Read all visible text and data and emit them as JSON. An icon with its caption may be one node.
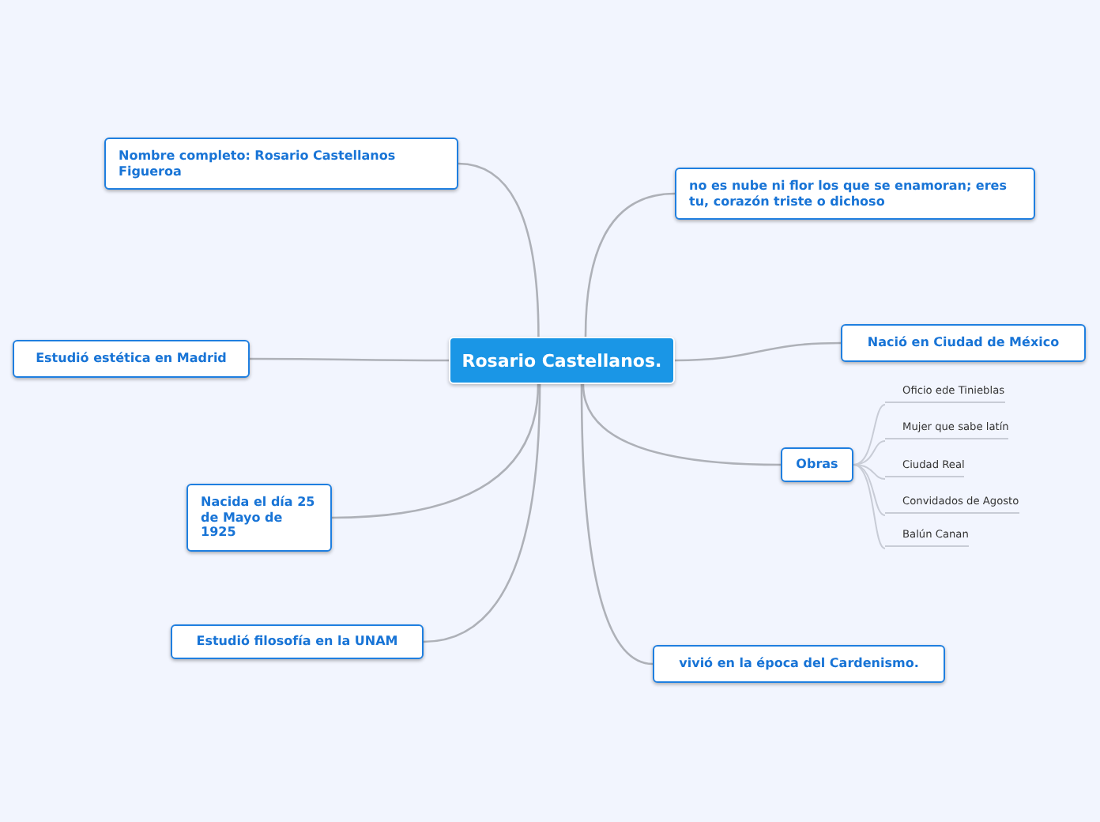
{
  "diagram": {
    "nodes": [
      {
        "text": [
          "Rosario Castellanos."
        ]
      },
      {
        "text": [
          "Nombre completo: Rosario Castellanos Figueroa"
        ]
      },
      {
        "text": [
          "no es nube ni flor los que se enamoran; eres tu, corazón triste o dichoso"
        ]
      },
      {
        "text": [
          "Estudió estética en Madrid"
        ]
      },
      {
        "text": [
          "Nació en Ciudad de México"
        ]
      },
      {
        "text": [
          "Obras"
        ]
      },
      {
        "text": [
          "Oficio ede Tinieblas"
        ]
      },
      {
        "text": [
          "Mujer que sabe latín"
        ]
      },
      {
        "text": [
          "Ciudad Real"
        ]
      },
      {
        "text": [
          "Convidados de Agosto"
        ]
      },
      {
        "text": [
          "Balún Canan"
        ]
      },
      {
        "text": [
          "Nacida el día 25 de Mayo de 1925"
        ]
      },
      {
        "text": [
          "Estudió filosofía en la UNAM"
        ]
      },
      {
        "text": [
          "vivió en la época del Cardenismo."
        ]
      }
    ],
    "edges": [
      {
        "from": 0,
        "to": 1,
        "arrow": "none"
      },
      {
        "from": 0,
        "to": 2,
        "arrow": "none"
      },
      {
        "from": 0,
        "to": 3,
        "arrow": "none"
      },
      {
        "from": 0,
        "to": 4,
        "arrow": "none"
      },
      {
        "from": 0,
        "to": 5,
        "arrow": "none"
      },
      {
        "from": 5,
        "to": 6,
        "arrow": "none"
      },
      {
        "from": 5,
        "to": 7,
        "arrow": "none"
      },
      {
        "from": 5,
        "to": 8,
        "arrow": "none"
      },
      {
        "from": 5,
        "to": 9,
        "arrow": "none"
      },
      {
        "from": 5,
        "to": 10,
        "arrow": "none"
      },
      {
        "from": 0,
        "to": 11,
        "arrow": "none"
      },
      {
        "from": 0,
        "to": 12,
        "arrow": "none"
      },
      {
        "from": 0,
        "to": 13,
        "arrow": "none"
      }
    ]
  }
}
